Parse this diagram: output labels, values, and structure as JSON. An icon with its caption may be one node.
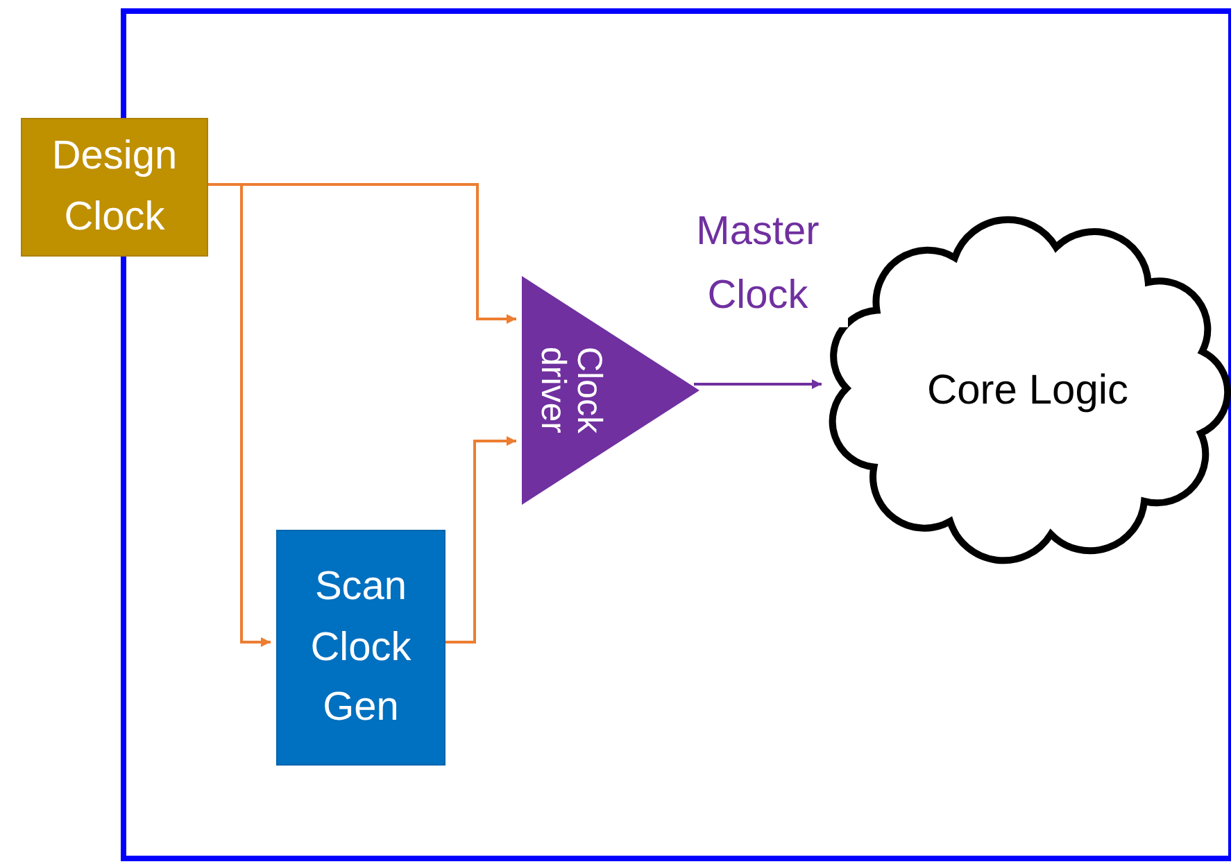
{
  "diagram": {
    "nodes": [
      {
        "text": [],
        "shape": "box"
      },
      {
        "text": [
          "Design Clock"
        ]
      },
      {
        "text": [
          "Clock driver"
        ],
        "in": 0
      },
      {
        "text": [
          "Scan Clock Gen"
        ],
        "in": 0
      },
      {
        "text": [
          "Core Logic"
        ],
        "in": 0
      }
    ],
    "edges": [
      {
        "from": 1,
        "to": 2,
        "arrow": "to"
      },
      {
        "from": 1,
        "to": 3,
        "arrow": "to"
      },
      {
        "from": 3,
        "to": 2,
        "arrow": "to"
      },
      {
        "from": 2,
        "to": 4,
        "arrow": "to",
        "label": "Master Clock",
        "color": "#7030a0"
      }
    ]
  }
}
